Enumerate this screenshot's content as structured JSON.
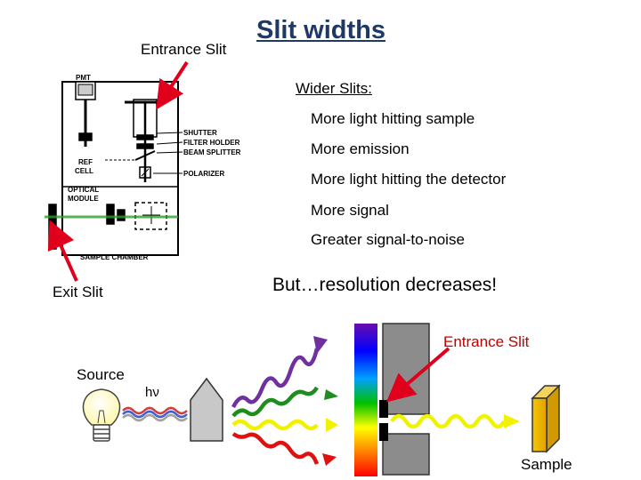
{
  "title": "Slit widths",
  "labels": {
    "entrance_slit_top": "Entrance Slit",
    "exit_slit": "Exit Slit",
    "source": "Source",
    "hv": "hν",
    "entrance_slit_bottom": "Entrance Slit",
    "sample": "Sample"
  },
  "instrument": {
    "pmt": "PMT",
    "shutter": "SHUTTER",
    "filter_holder": "FILTER HOLDER",
    "beam_splitter": "BEAM SPLITTER",
    "ref": "REF",
    "cell": "CELL",
    "polarizer": "POLARIZER",
    "optical": "OPTICAL",
    "module": "MODULE",
    "sample_chamber": "SAMPLE CHAMBER"
  },
  "wider_slits": {
    "heading": "Wider Slits:",
    "items": [
      "More light hitting sample",
      "More emission",
      "More light hitting the detector",
      "More signal",
      "Greater signal-to-noise"
    ]
  },
  "conclusion": "But…resolution decreases!",
  "colors": {
    "title": "#1f3864",
    "arrow_red": "#e0001b",
    "purple": "#7030a0",
    "green": "#1e8c1e",
    "yellow": "#f2f200",
    "red": "#e01010",
    "block_gray": "#8c8c8c",
    "sample_gold": "#f0b800"
  }
}
